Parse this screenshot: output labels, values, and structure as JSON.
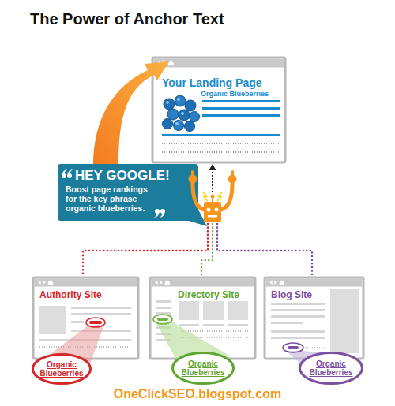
{
  "diagram": {
    "title": "The Power of Anchor Text",
    "nodes": [
      {
        "text": [
          "Your Landing Page",
          "Organic Blueberries"
        ]
      },
      {
        "text": [
          "HEY GOOGLE!",
          "Boost page rankings for the key phrase organic blueberries."
        ]
      },
      {
        "text": [
          "Authority Site"
        ]
      },
      {
        "text": [
          "Directory Site"
        ]
      },
      {
        "text": [
          "Blog Site"
        ]
      },
      {
        "text": [
          "Organic Blueberries"
        ]
      },
      {
        "text": [
          "Organic Blueberries"
        ]
      },
      {
        "text": [
          "Organic Blueberries"
        ]
      }
    ],
    "labels": [
      "OneClickSEO.blogspot.com"
    ]
  }
}
